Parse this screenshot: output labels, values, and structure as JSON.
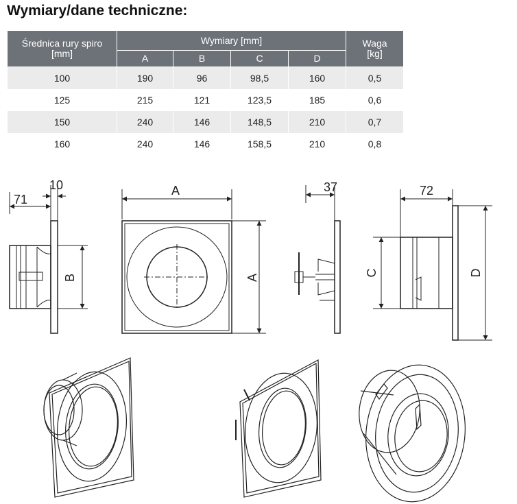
{
  "title": "Wymiary/dane techniczne:",
  "table": {
    "col_diameter": "Średnica rury spiro [mm]",
    "col_dimensions": "Wymiary [mm]",
    "col_weight": "Waga [kg]",
    "sub_headers": [
      "A",
      "B",
      "C",
      "D"
    ],
    "rows": [
      [
        "100",
        "190",
        "96",
        "98,5",
        "160",
        "0,5"
      ],
      [
        "125",
        "215",
        "121",
        "123,5",
        "185",
        "0,6"
      ],
      [
        "150",
        "240",
        "146",
        "148,5",
        "210",
        "0,7"
      ],
      [
        "160",
        "240",
        "146",
        "158,5",
        "210",
        "0,8"
      ]
    ]
  },
  "drawings": {
    "side_view": {
      "dim_71": "71",
      "dim_10": "10",
      "label_b": "B"
    },
    "front_view": {
      "label_a_top": "A",
      "label_a_side": "A"
    },
    "side_view_2": {
      "dim_37": "37"
    },
    "side_view_3": {
      "dim_72": "72",
      "label_c": "C",
      "label_d": "D"
    }
  },
  "colors": {
    "header_bg": "#6d7278",
    "row_shade": "#ebebeb",
    "line": "#222222"
  }
}
